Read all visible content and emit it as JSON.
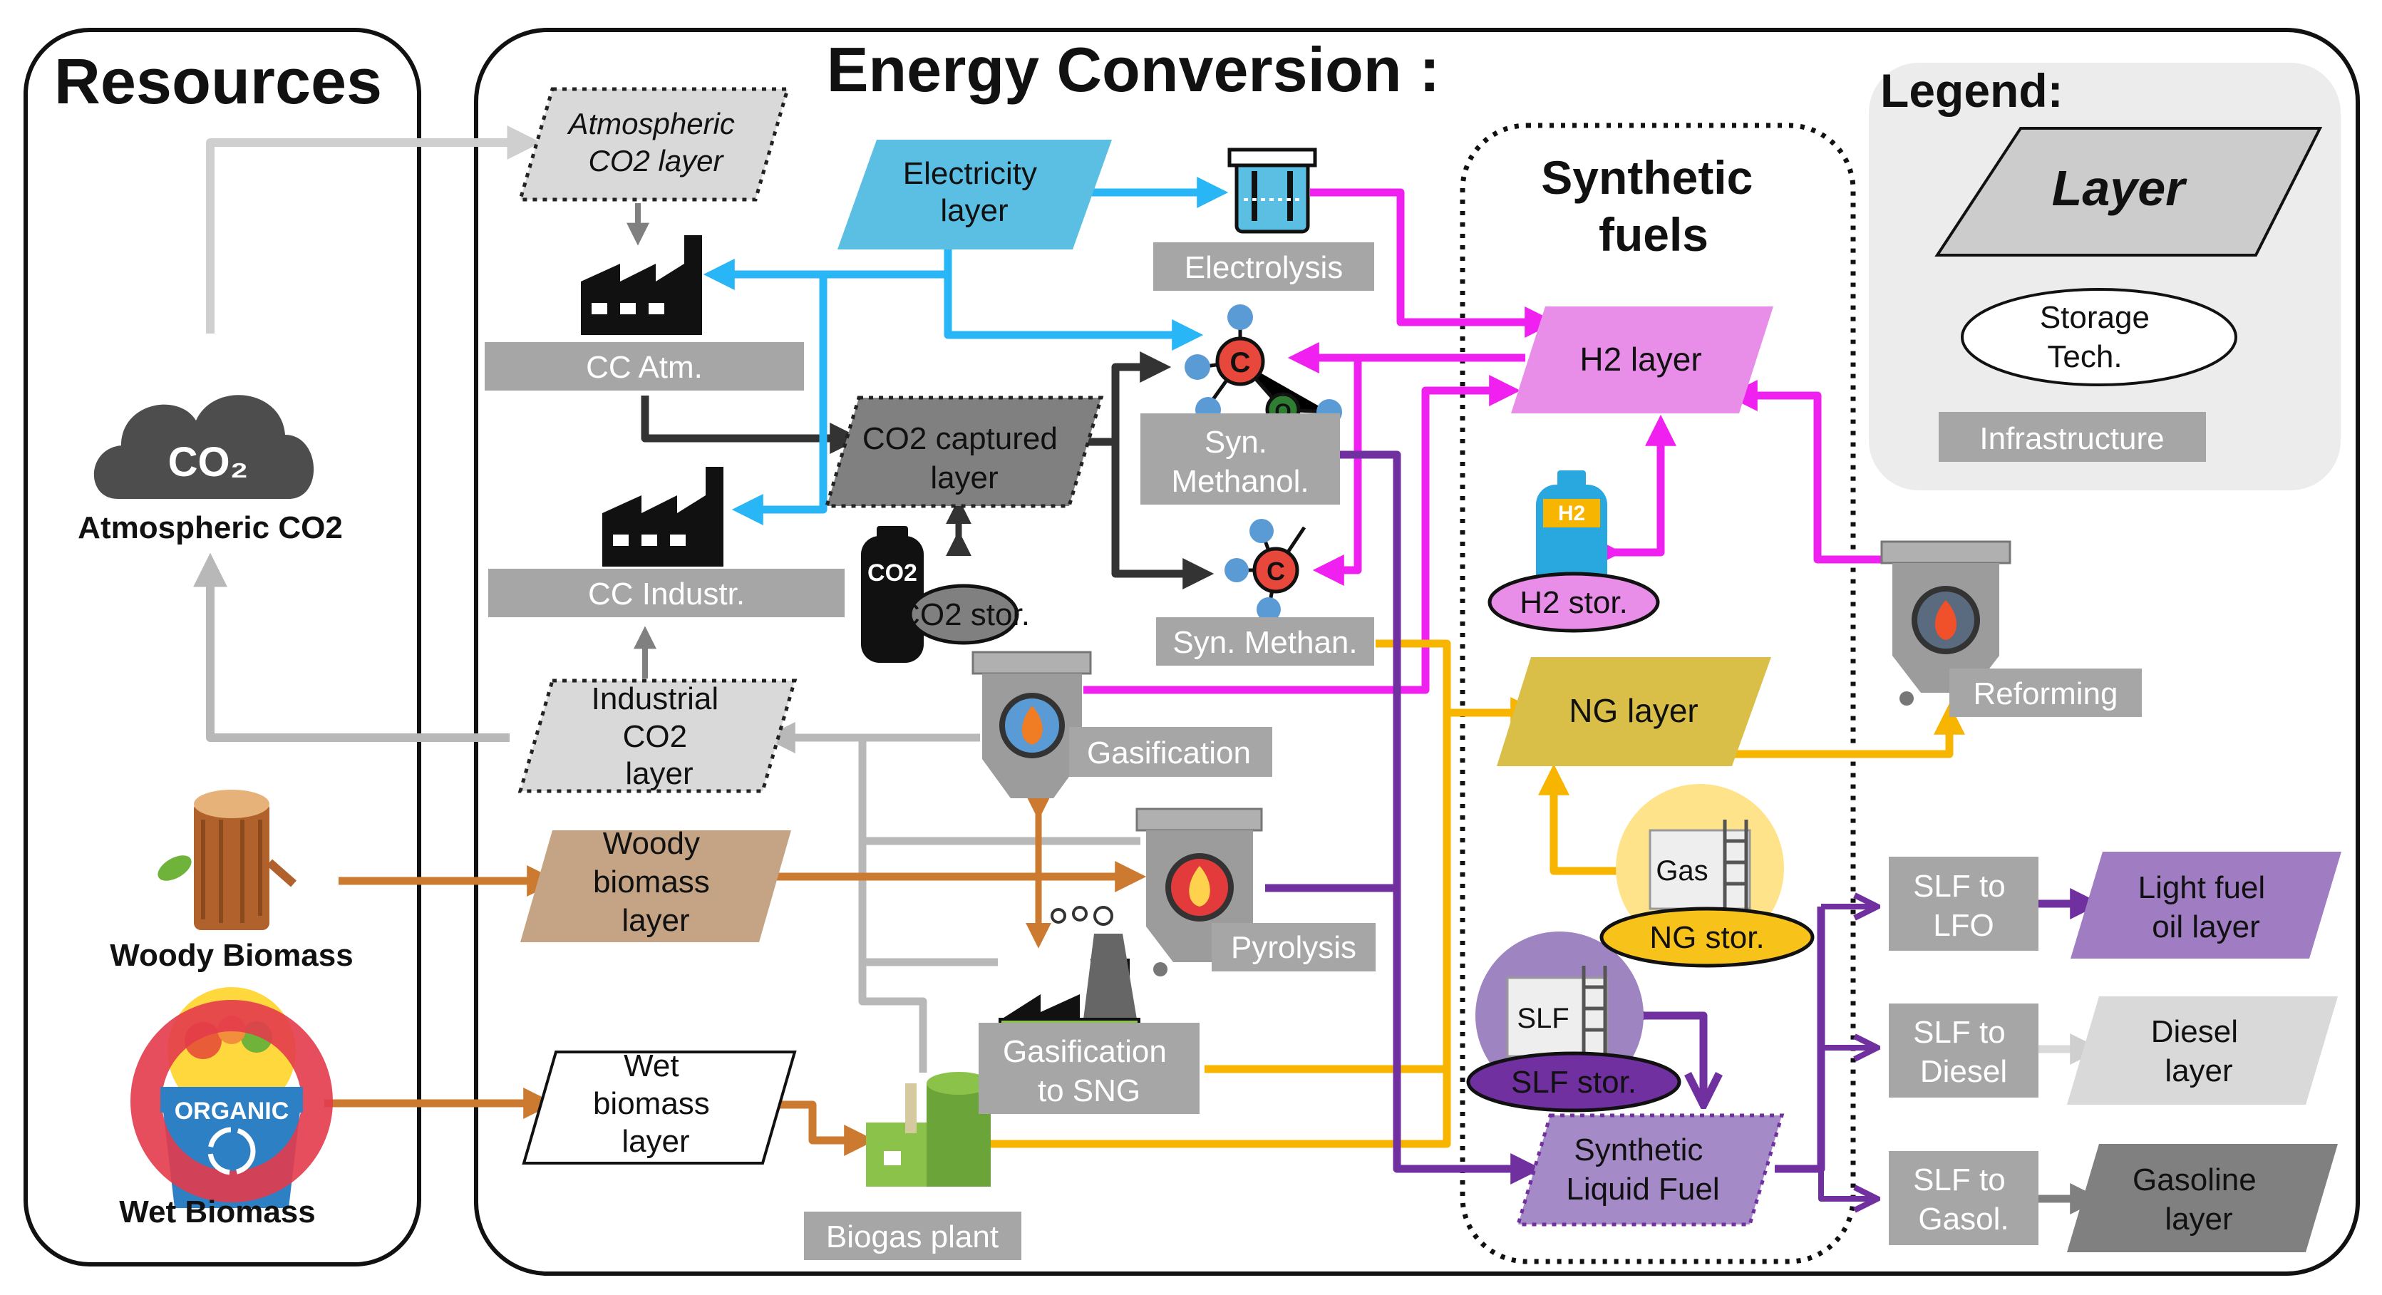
{
  "headings": {
    "resources": "Resources",
    "energy_conversion": "Energy Conversion :",
    "legend": "Legend:",
    "synthetic_fuels": [
      "Synthetic",
      "fuels"
    ]
  },
  "resources": {
    "atmospheric_co2": "Atmospheric  CO2",
    "co2_symbol": "CO₂",
    "woody_biomass": "Woody Biomass",
    "wet_biomass": "Wet Biomass",
    "organic_label": "ORGANIC"
  },
  "layers": {
    "atm_co2": [
      "Atmospheric",
      "CO2 layer"
    ],
    "electricity": [
      "Electricity",
      "layer"
    ],
    "co2_captured": [
      "CO2 captured",
      "layer"
    ],
    "industrial_co2": [
      "Industrial",
      "CO2",
      "layer"
    ],
    "woody_biomass": [
      "Woody",
      "biomass",
      "layer"
    ],
    "wet_biomass": [
      "Wet",
      "biomass",
      "layer"
    ],
    "h2": "H2 layer",
    "ng": "NG layer",
    "synthetic_liquid_fuel": [
      "Synthetic",
      "Liquid Fuel"
    ],
    "light_fuel_oil": [
      "Light fuel",
      "oil layer"
    ],
    "diesel": [
      "Diesel",
      "layer"
    ],
    "gasoline": [
      "Gasoline",
      "layer"
    ]
  },
  "technologies": {
    "cc_atm": "CC Atm.",
    "cc_industr": "CC Industr.",
    "electrolysis": "Electrolysis",
    "syn_methanol": [
      "Syn.",
      "Methanol."
    ],
    "syn_methan": "Syn. Methan.",
    "gasification": "Gasification",
    "pyrolysis": "Pyrolysis",
    "gasification_sng": [
      "Gasification",
      "to SNG"
    ],
    "biogas_plant": "Biogas plant",
    "reforming": "Reforming",
    "slf_lfo": [
      "SLF to",
      "LFO"
    ],
    "slf_diesel": [
      "SLF to",
      "Diesel"
    ],
    "slf_gasol": [
      "SLF to",
      "Gasol."
    ]
  },
  "storage": {
    "co2": "CO2 stor.",
    "co2_tank_label": "CO2",
    "h2": "H2 stor.",
    "h2_tank_label": "H2",
    "ng": "NG stor.",
    "ng_tank_label": "Gas",
    "slf": "SLF stor.",
    "slf_tank_label": "SLF"
  },
  "legend": {
    "layer": "Layer",
    "storage": [
      "Storage",
      "Tech."
    ],
    "infrastructure": "Infrastructure"
  },
  "colors": {
    "electricity": "#29b6f6",
    "hydrogen": "#f020f0",
    "natural_gas": "#f7b500",
    "biomass": "#cc7a30",
    "synthetic_fuel": "#7030a0",
    "co2_dark": "#333333",
    "co2_light": "#b8b8b8",
    "tech_gray": "#a6a6a6"
  }
}
